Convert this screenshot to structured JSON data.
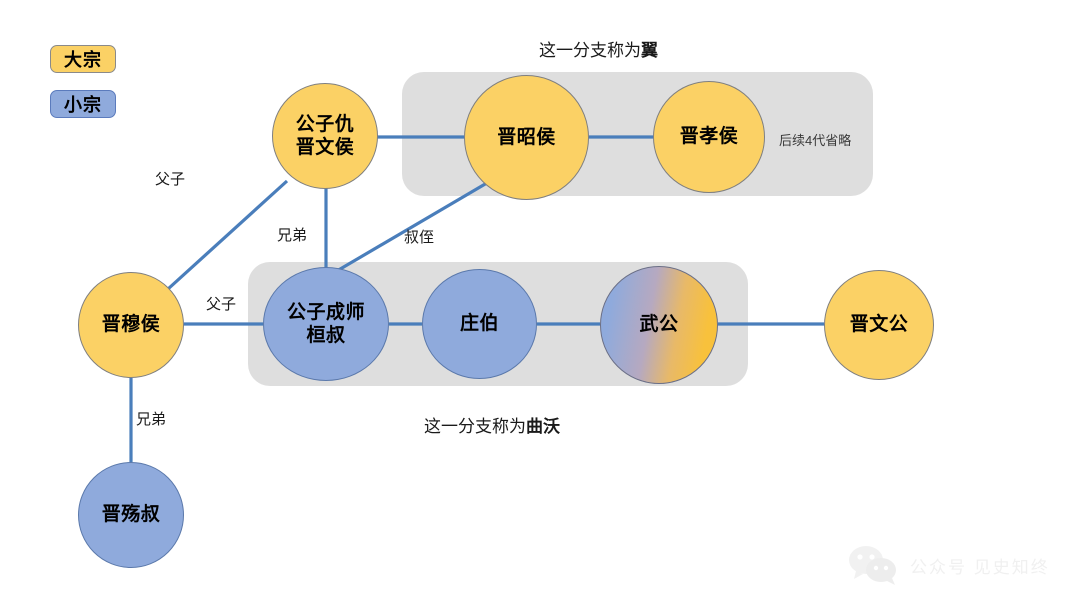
{
  "legend": {
    "major": "大宗",
    "minor": "小宗"
  },
  "captions": {
    "yi_prefix": "这一分支称为",
    "yi_name": "翼",
    "quwo_prefix": "这一分支称为",
    "quwo_name": "曲沃"
  },
  "notes": {
    "omitted_generations": "后续4代省略"
  },
  "nodes": [
    {
      "id": "jin-mu-hou",
      "label": "晋穆侯",
      "type": "major"
    },
    {
      "id": "gongzi-chou",
      "label": "公子仇\n晋文侯",
      "type": "major"
    },
    {
      "id": "jin-zhao-hou",
      "label": "晋昭侯",
      "type": "major"
    },
    {
      "id": "jin-xiao-hou",
      "label": "晋孝侯",
      "type": "major"
    },
    {
      "id": "jin-shang-shu",
      "label": "晋殇叔",
      "type": "minor"
    },
    {
      "id": "gongzi-chengshi",
      "label": "公子成师\n桓叔",
      "type": "minor"
    },
    {
      "id": "zhuang-bo",
      "label": "庄伯",
      "type": "minor"
    },
    {
      "id": "wu-gong",
      "label": "武公",
      "type": "mixed"
    },
    {
      "id": "jin-wen-gong",
      "label": "晋文公",
      "type": "major"
    }
  ],
  "edge_labels": {
    "fuzi_top": "父子",
    "xiongdi_mid": "兄弟",
    "shuzhi": "叔侄",
    "fuzi_mid": "父子",
    "xiongdi_bottom": "兄弟"
  },
  "watermark": {
    "text": "公众号 见史知终"
  },
  "colors": {
    "major": "#FBD165",
    "minor": "#8FAADC",
    "panel": "#DEDEDE",
    "edge": "#4A7EBB"
  }
}
